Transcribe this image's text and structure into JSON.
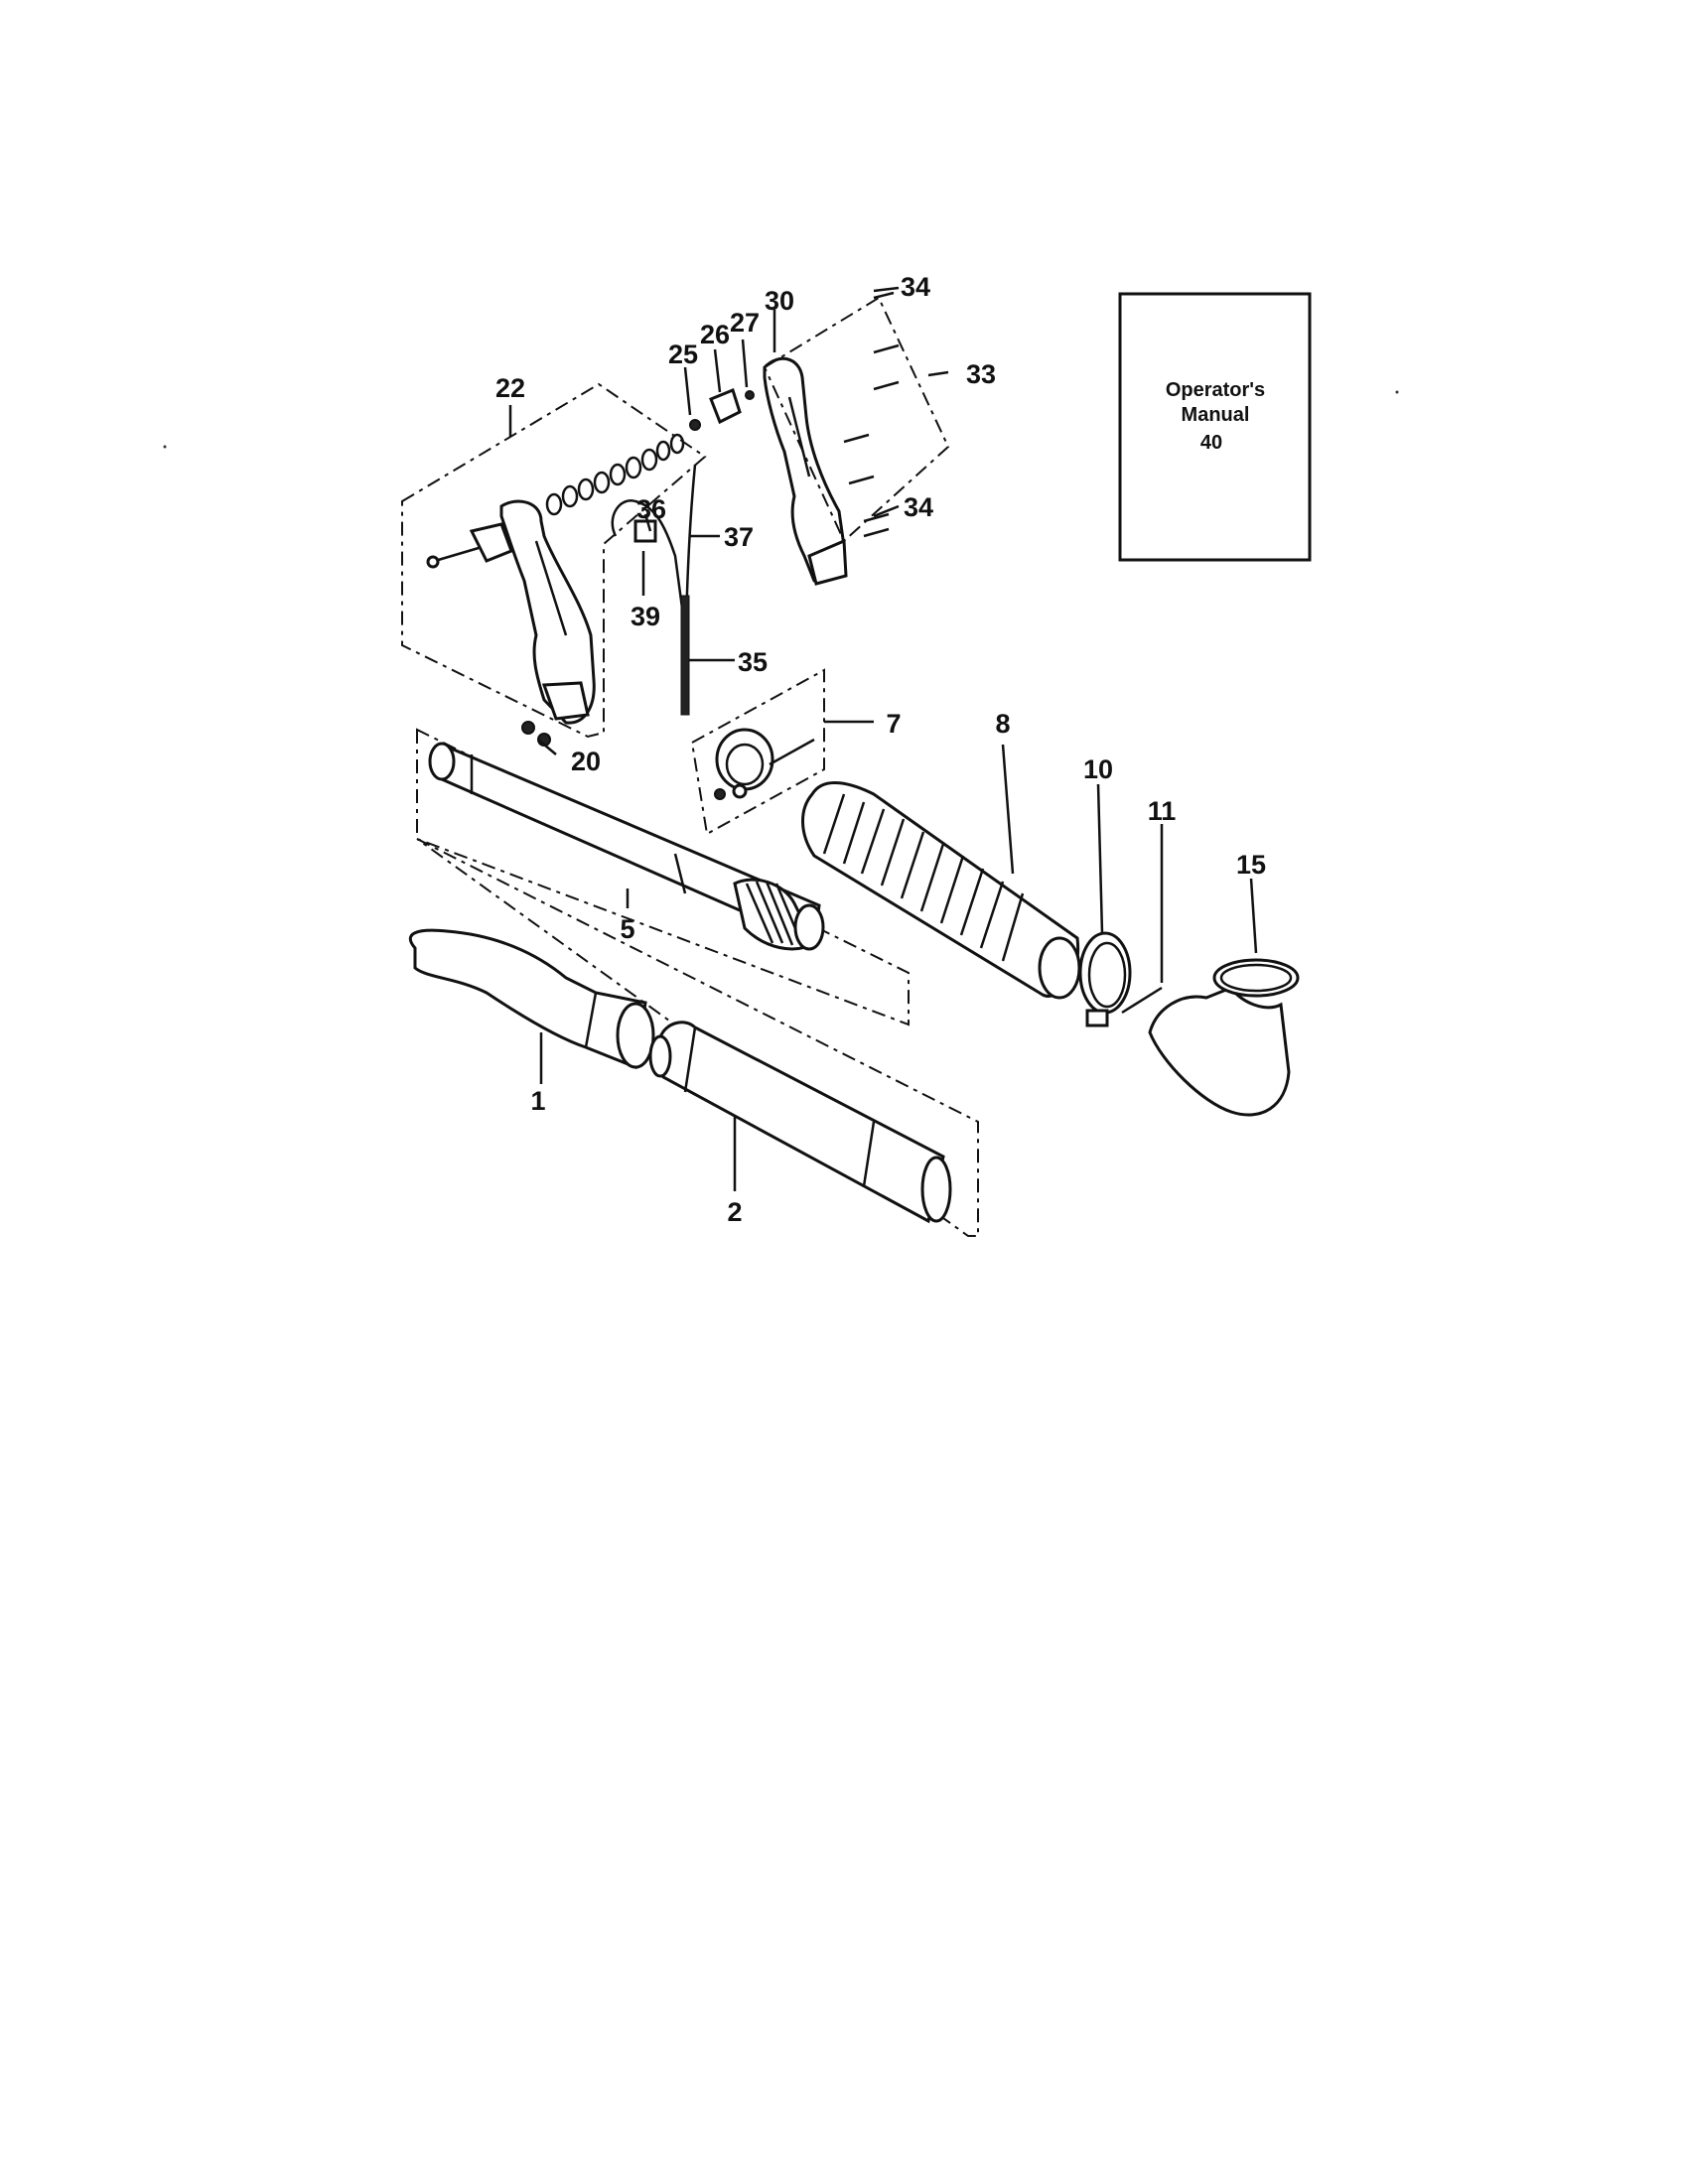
{
  "manual": {
    "line1": "Operator's",
    "line2": "Manual",
    "line3": "40"
  },
  "callouts": {
    "c1": "1",
    "c2": "2",
    "c5": "5",
    "c7": "7",
    "c8": "8",
    "c10": "10",
    "c11": "11",
    "c15": "15",
    "c20": "20",
    "c22": "22",
    "c25": "25",
    "c26": "26",
    "c27": "27",
    "c30": "30",
    "c33": "33",
    "c34a": "34",
    "c34b": "34",
    "c35": "35",
    "c36": "36",
    "c37": "37",
    "c39": "39"
  }
}
